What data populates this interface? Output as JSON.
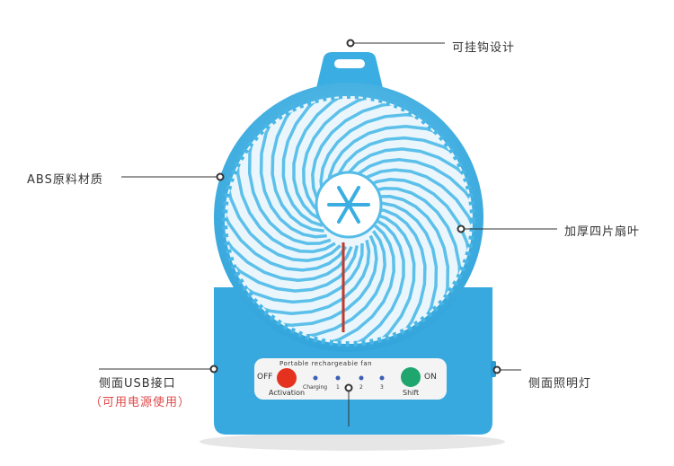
{
  "annotations": {
    "hook": "可挂钩设计",
    "material": "ABS原料材质",
    "blades": "加厚四片扇叶",
    "usb": "侧面USB接口",
    "usb_note": "（可用电源使用）",
    "light": "侧面照明灯"
  },
  "panel": {
    "title": "Portable rechargeabie fan",
    "off": "OFF",
    "activation": "Activation",
    "on": "ON",
    "shift": "Shift",
    "indicators": [
      "Charging",
      "1",
      "2",
      "3"
    ]
  },
  "colors": {
    "body": "#3aaee2",
    "off_button": "#e5321f",
    "on_button": "#1fa56e",
    "annotation_note": "#e04848"
  }
}
